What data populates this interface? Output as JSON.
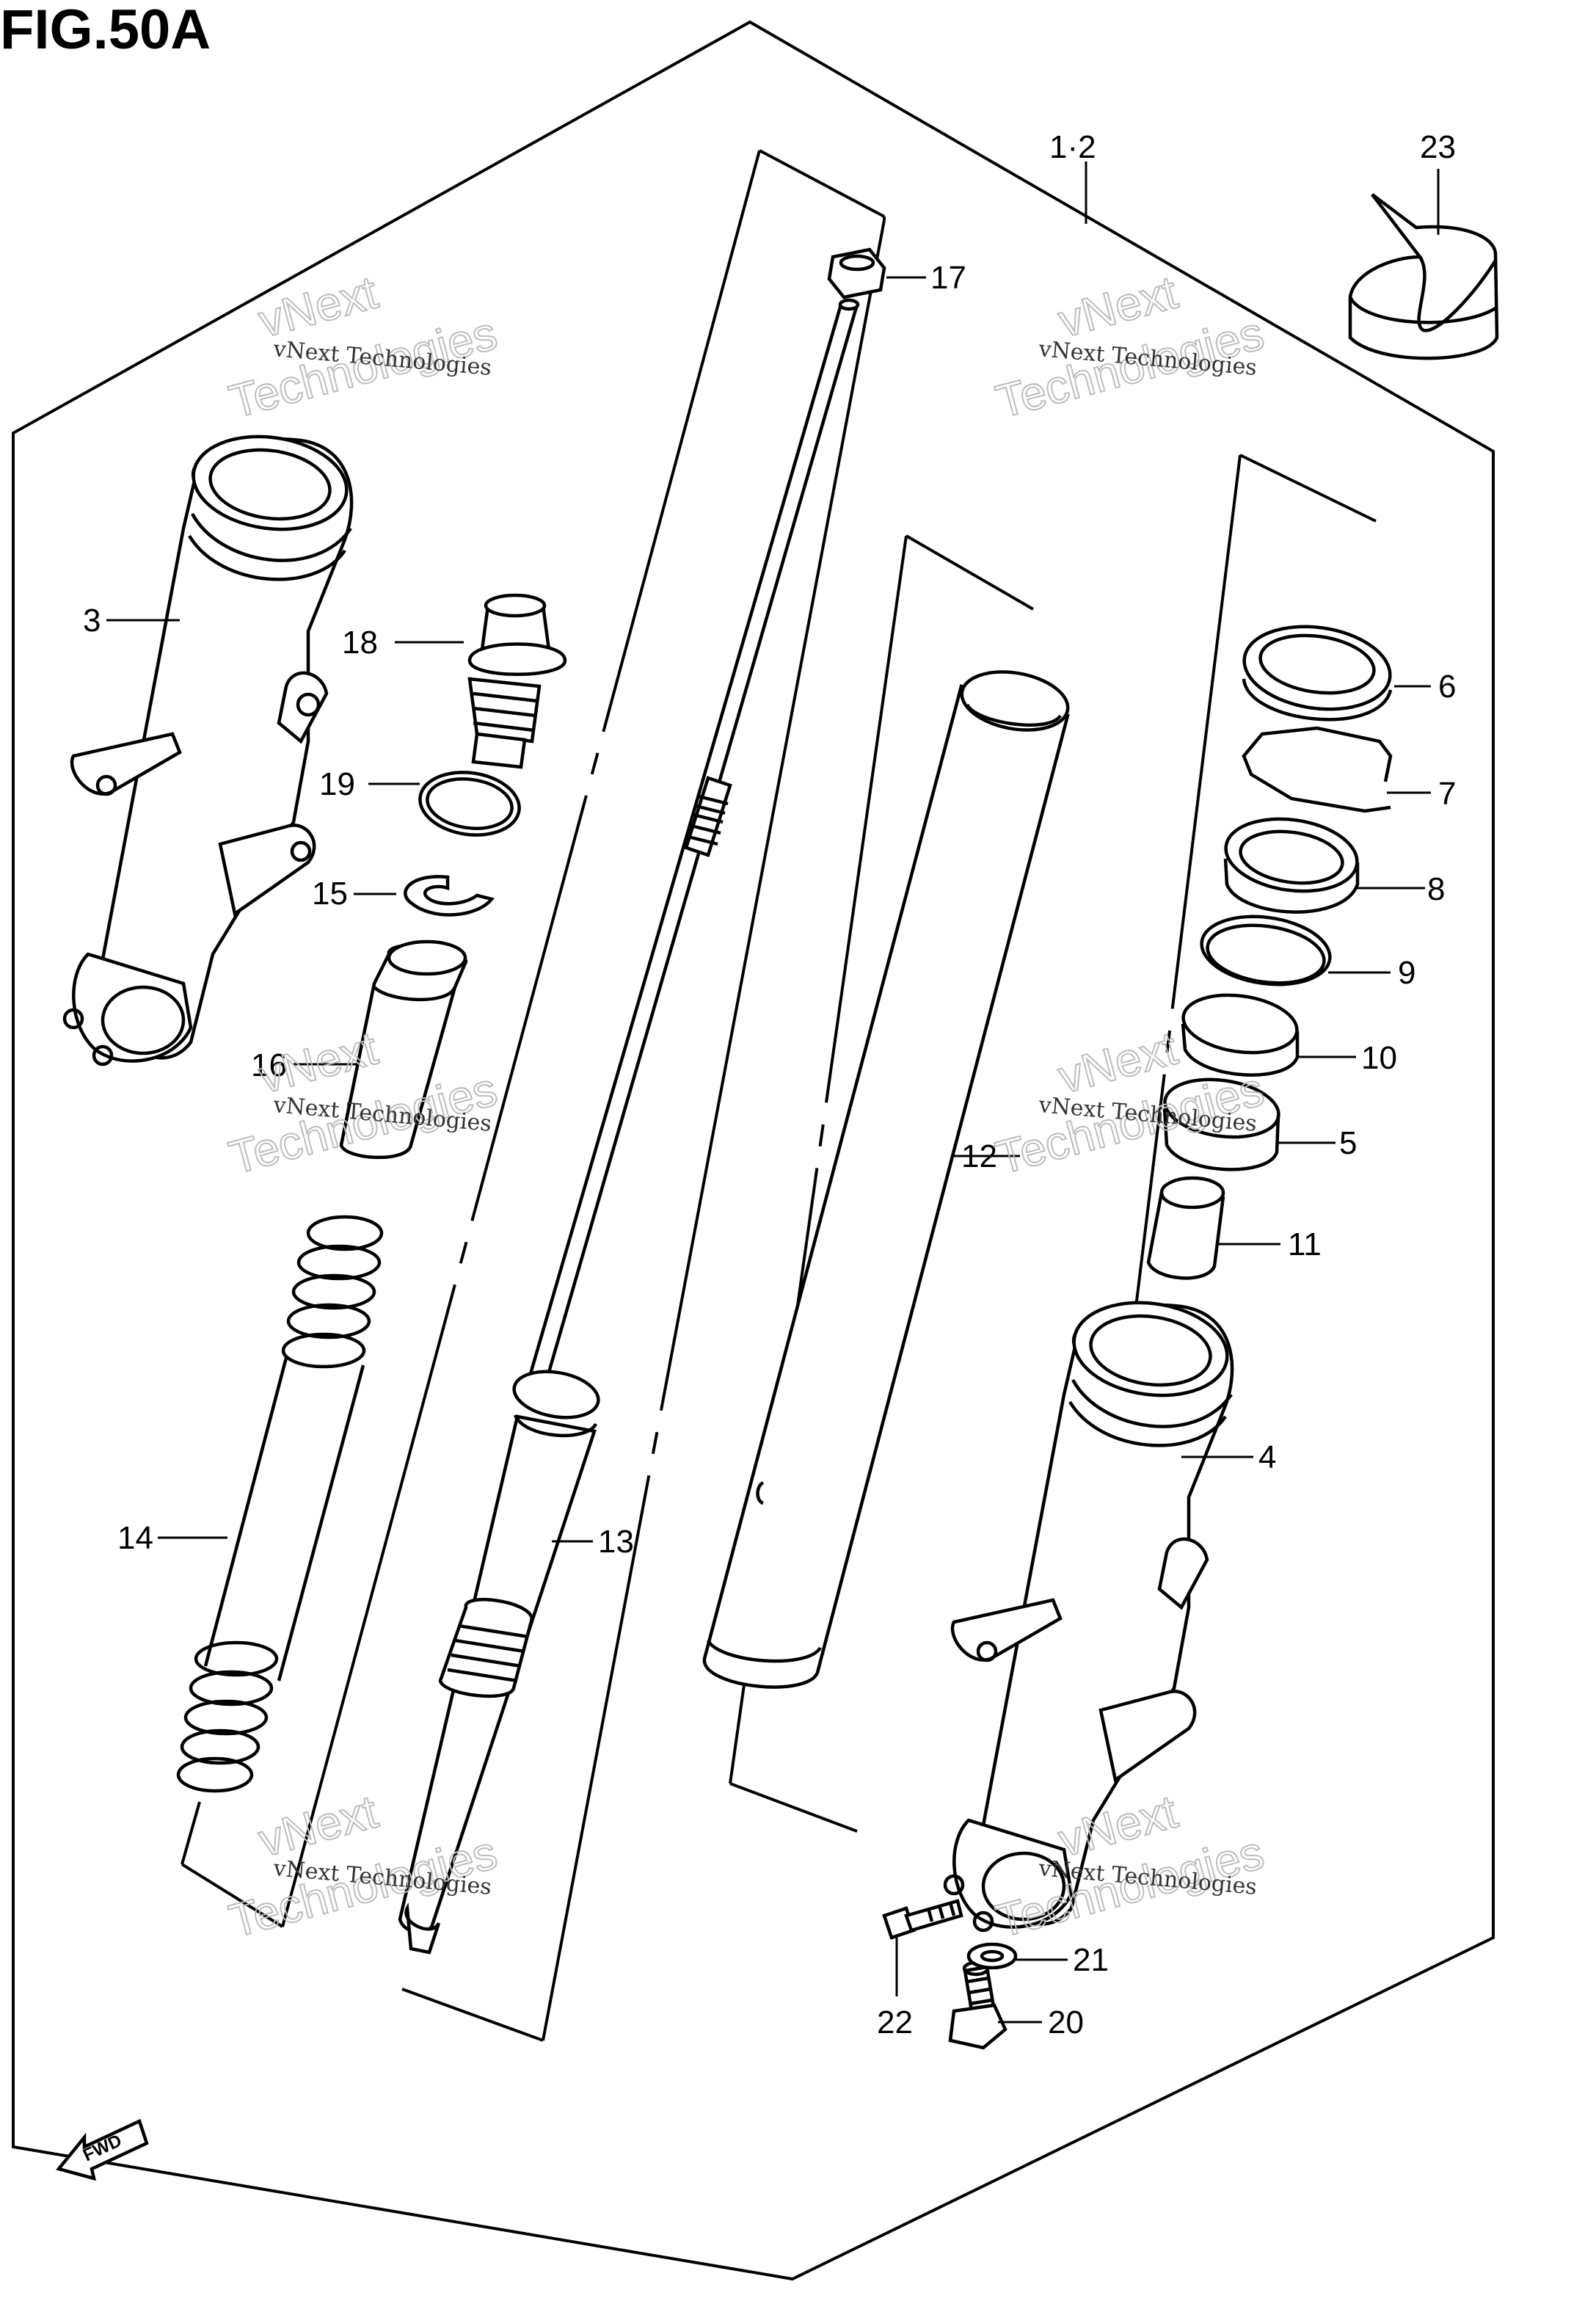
{
  "figure": {
    "title": "FIG.50A"
  },
  "callouts": {
    "assembly": "1·2",
    "p3": "3",
    "p4": "4",
    "p5": "5",
    "p6": "6",
    "p7": "7",
    "p8": "8",
    "p9": "9",
    "p10": "10",
    "p11": "11",
    "p12": "12",
    "p13": "13",
    "p14": "14",
    "p15": "15",
    "p16": "16",
    "p17": "17",
    "p18": "18",
    "p19": "19",
    "p20": "20",
    "p21": "21",
    "p22": "22",
    "p23": "23"
  },
  "watermark": {
    "line1": "vNext Technologies",
    "line2a": "vNext",
    "line2b": "Technologies"
  },
  "direction": {
    "label": "FWD",
    "icon": "fwd-arrow-icon"
  }
}
